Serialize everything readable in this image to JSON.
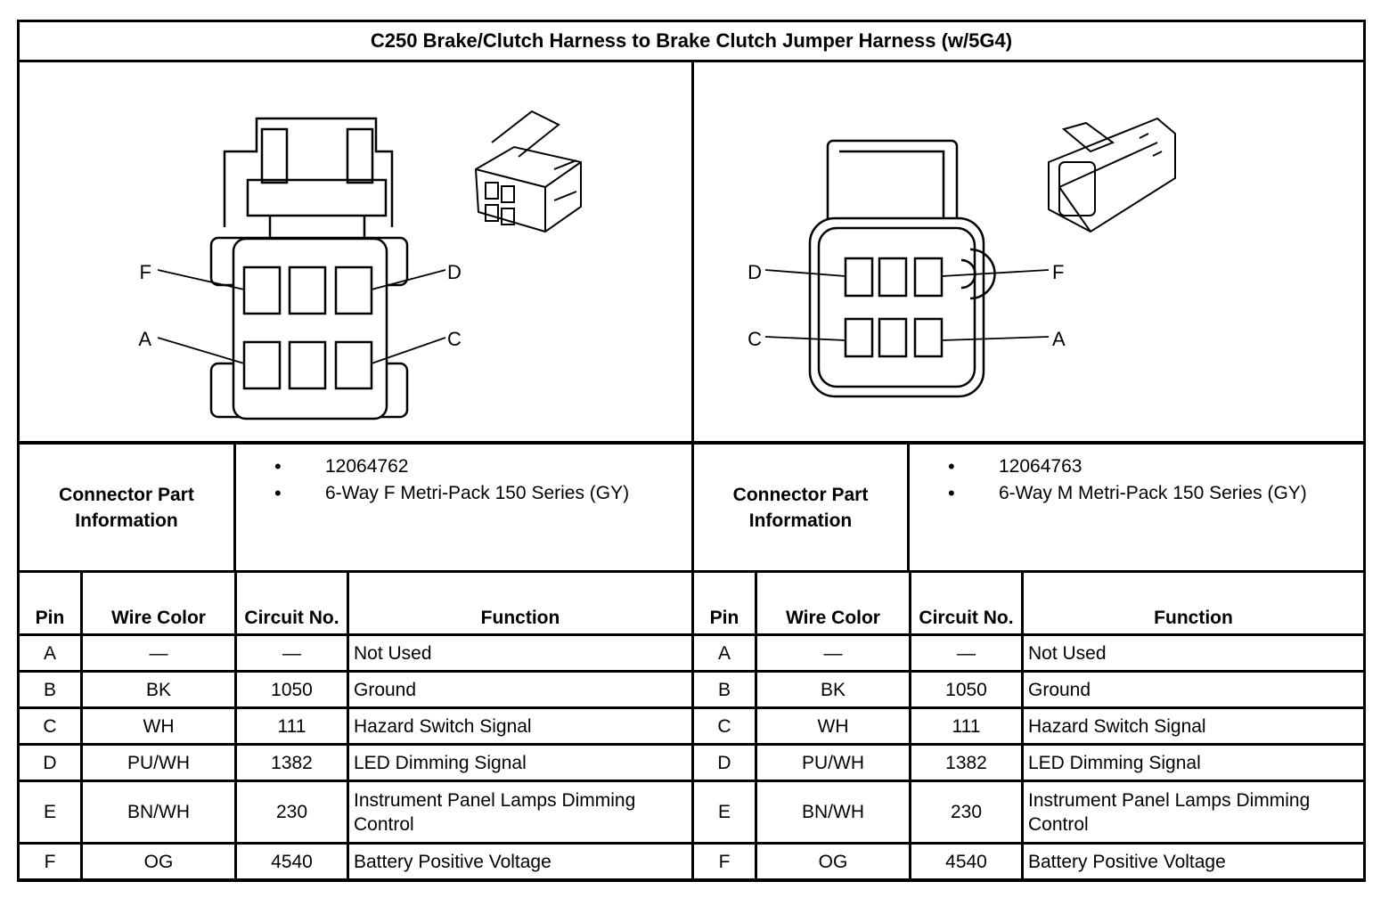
{
  "title": "C250 Brake/Clutch Harness to Brake Clutch Jumper Harness (w/5G4)",
  "connectors": [
    {
      "pin_labels": {
        "F": "F",
        "D": "D",
        "A": "A",
        "C": "C"
      },
      "part_info_label": "Connector Part Information",
      "part_number": "12064762",
      "description": "6-Way F Metri-Pack 150 Series (GY)"
    },
    {
      "pin_labels": {
        "D": "D",
        "F": "F",
        "C": "C",
        "A": "A"
      },
      "part_info_label": "Connector Part Information",
      "part_number": "12064763",
      "description": "6-Way M Metri-Pack 150 Series (GY)"
    }
  ],
  "headers": {
    "pin": "Pin",
    "wire_color": "Wire Color",
    "circuit": "Circuit No.",
    "function": "Function"
  },
  "rows": [
    {
      "pin": "A",
      "wire_color": "—",
      "circuit": "—",
      "function": "Not Used"
    },
    {
      "pin": "B",
      "wire_color": "BK",
      "circuit": "1050",
      "function": "Ground"
    },
    {
      "pin": "C",
      "wire_color": "WH",
      "circuit": "111",
      "function": "Hazard Switch Signal"
    },
    {
      "pin": "D",
      "wire_color": "PU/WH",
      "circuit": "1382",
      "function": "LED Dimming Signal"
    },
    {
      "pin": "E",
      "wire_color": "BN/WH",
      "circuit": "230",
      "function": "Instrument Panel Lamps Dimming Control"
    },
    {
      "pin": "F",
      "wire_color": "OG",
      "circuit": "4540",
      "function": "Battery Positive Voltage"
    }
  ]
}
